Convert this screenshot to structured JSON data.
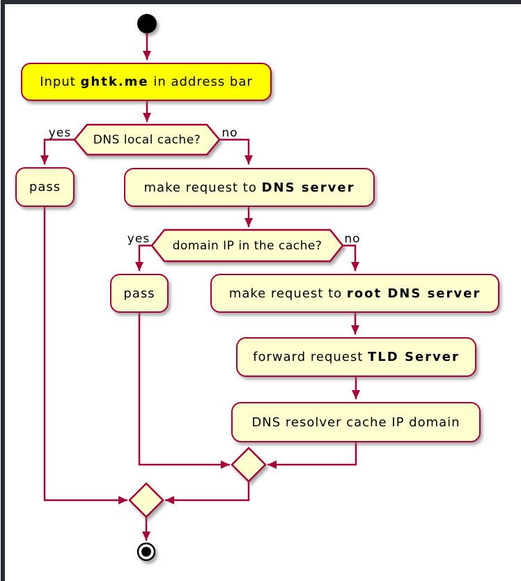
{
  "diagram": {
    "type": "activity-flowchart",
    "colors": {
      "accent_border": "#a80036",
      "activity_fill": "#fefece",
      "highlight_fill": "#ffff00",
      "text": "#000000",
      "frame": "#272c35",
      "canvas": "#ffffff"
    },
    "activities": {
      "input": {
        "prefix": "Input ",
        "bold": "ghtk.me",
        "suffix": " in address bar"
      },
      "pass1": {
        "label": "pass"
      },
      "request_dns": {
        "prefix": "make request to ",
        "bold": "DNS server"
      },
      "pass2": {
        "label": "pass"
      },
      "request_root": {
        "prefix": "make request to ",
        "bold": "root DNS server"
      },
      "forward_tld": {
        "prefix": "forward request ",
        "bold": "TLD Server"
      },
      "resolver_cache": {
        "label": "DNS resolver cache IP domain"
      }
    },
    "decisions": {
      "local_cache": {
        "question": "DNS local cache?",
        "yes_label": "yes",
        "no_label": "no"
      },
      "ip_in_cache": {
        "question": "domain IP in the cache?",
        "yes_label": "yes",
        "no_label": "no"
      }
    }
  }
}
